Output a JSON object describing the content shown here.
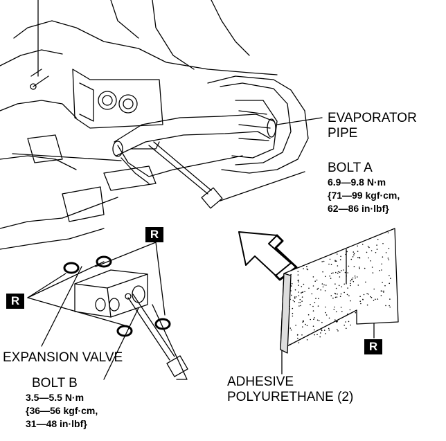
{
  "labels": {
    "evaporator_pipe": [
      "EVAPORATOR",
      "PIPE"
    ],
    "bolt_a": {
      "name": "BOLT A",
      "torque": [
        "6.9—9.8 N·m",
        "{71—99 kgf·cm,",
        "62—86 in·lbf}"
      ]
    },
    "bolt_b": {
      "name": "BOLT B",
      "torque": [
        "3.5—5.5 N·m",
        "{36—56 kgf·cm,",
        "31—48 in·lbf}"
      ]
    },
    "expansion_valve": "EXPANSION VALVE",
    "adhesive": [
      "ADHESIVE",
      "POLYURETHANE (2)"
    ]
  },
  "replace_badge": "R",
  "colors": {
    "line": "#000000",
    "badge_bg": "#000000",
    "badge_text": "#ffffff"
  }
}
